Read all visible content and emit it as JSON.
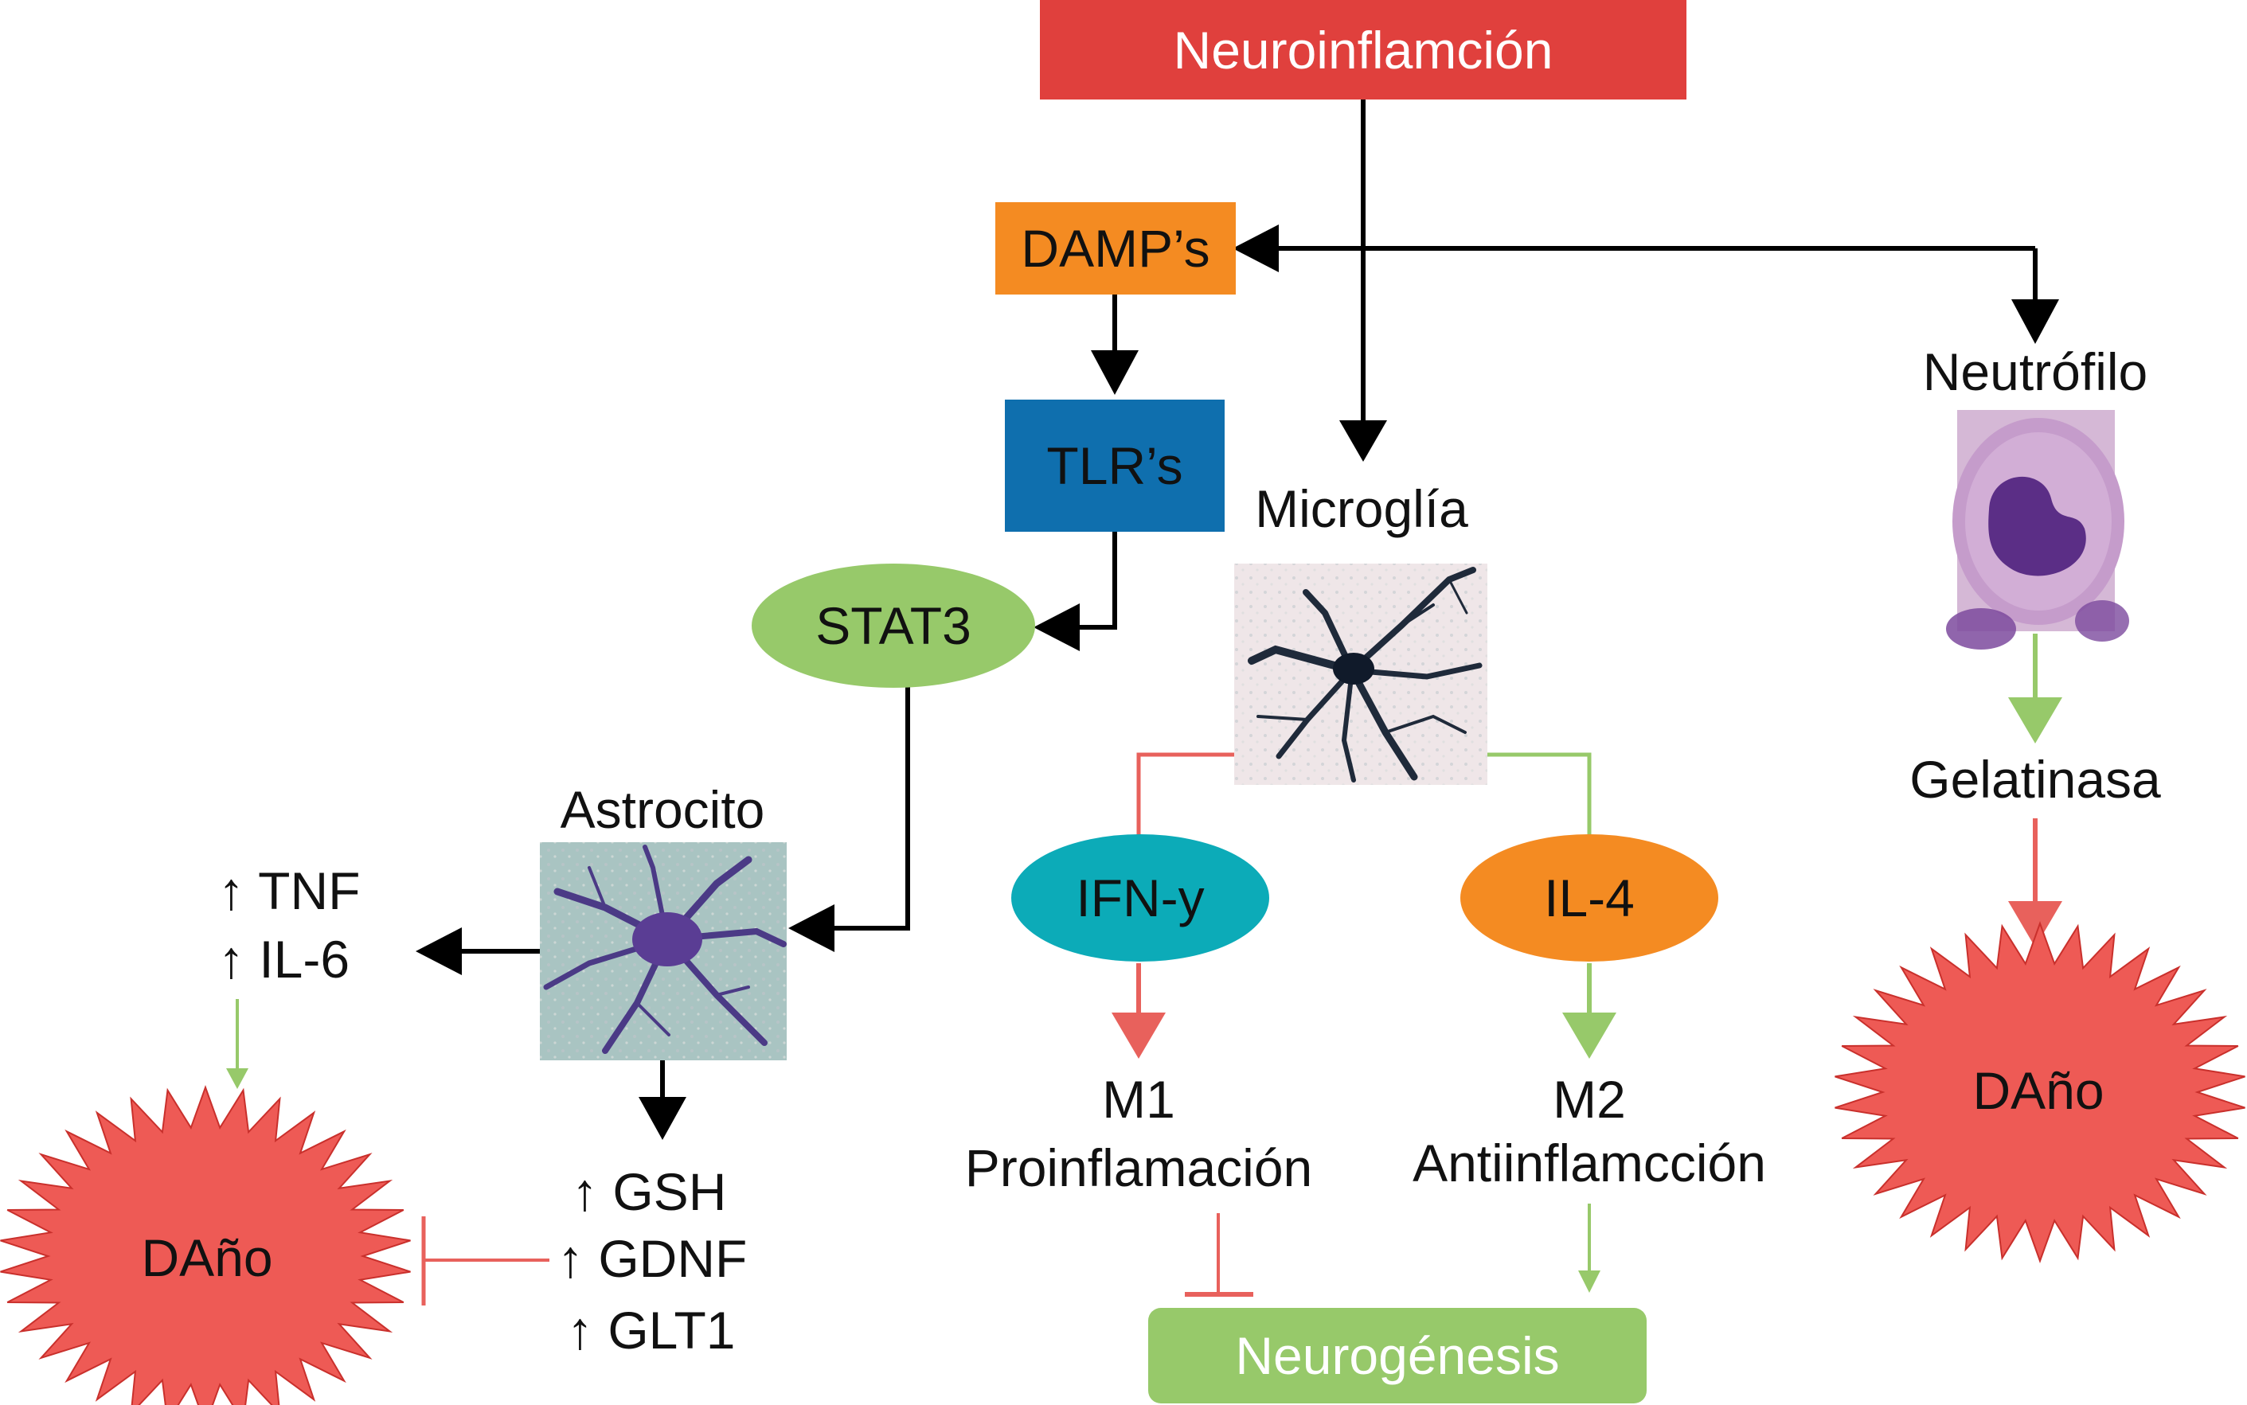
{
  "nodes": {
    "neuroinflammation": "Neuroinflamción",
    "damps": "DAMP’s",
    "tlrs": "TLR’s",
    "stat3": "STAT3",
    "neutrophil": "Neutrófilo",
    "microglia": "Microglía",
    "astrocyte": "Astrocito",
    "gelatinase": "Gelatinasa",
    "ifn": "IFN-y",
    "il4": "IL-4",
    "m1_title": "M1",
    "m1_sub": "Proinflamación",
    "m2_title": "M2",
    "m2_sub": "Antiinflamcción",
    "neurogenesis": "Neurogénesis",
    "damage_left": "DAño",
    "damage_right": "DAño"
  },
  "markers_up": [
    "↑ TNF",
    "↑ IL-6"
  ],
  "markers_protect": [
    "↑ GSH",
    "↑ GDNF",
    "↑ GLT1"
  ],
  "colors": {
    "neuro_red": "#e0403d",
    "damp_orange": "#f48b22",
    "tlr_blue": "#0f6fae",
    "stat3_green": "#97c96a",
    "ifn_teal": "#0cabb8",
    "il4_orange": "#f48b22",
    "neurogenesis_green": "#97c96a",
    "damage_red": "#ee5a55",
    "arrow_black": "#000000",
    "arrow_green": "#97c96a",
    "arrow_red": "#e8615c"
  }
}
